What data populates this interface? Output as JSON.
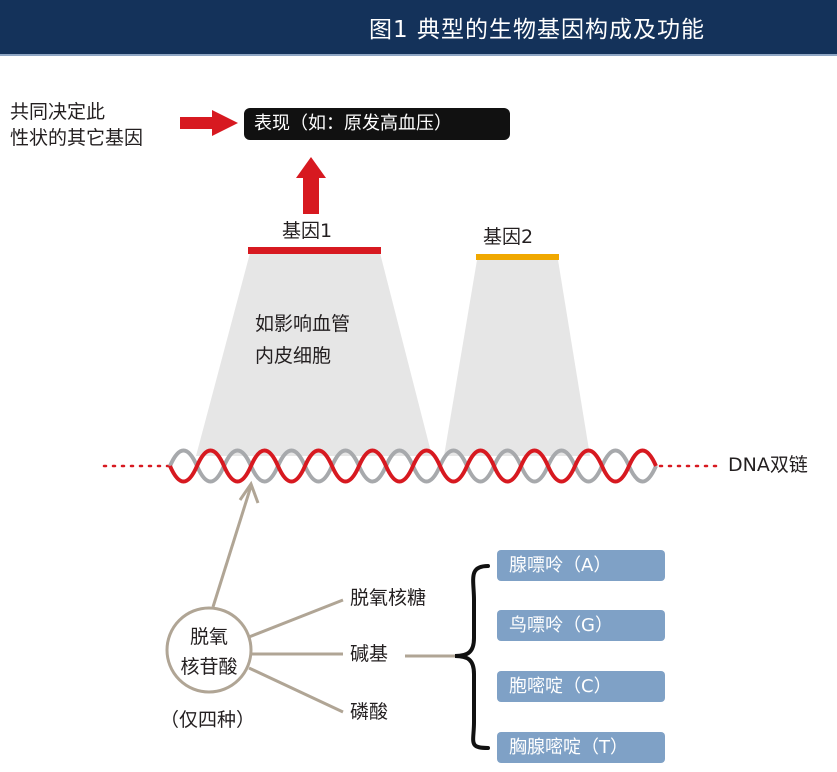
{
  "header": {
    "title": "图1  典型的生物基因构成及功能"
  },
  "other_genes_label": "共同决定此\n性状的其它基因",
  "phenotype_label": "表现（如：原发高血压）",
  "gene1": {
    "label": "基因1",
    "color": "#d71920",
    "desc": "如影响血管\n内皮细胞"
  },
  "gene2": {
    "label": "基因2",
    "color": "#f0a800"
  },
  "dna_label": "DNA双链",
  "nucleotide": {
    "name": "脱氧\n核苷酸",
    "note": "（仅四种）"
  },
  "components": [
    "脱氧核糖",
    "碱基",
    "磷酸"
  ],
  "bases": [
    "腺嘌呤（A）",
    "鸟嘌呤（G）",
    "胞嘧啶（C）",
    "胸腺嘧啶（T）"
  ],
  "colors": {
    "header_bg": "#14325a",
    "arrow_red": "#d71920",
    "base_box": "#7fa1c6",
    "connector": "#b0a595",
    "strand_grey": "#a7a9ac",
    "cone_fill": "#e6e6e6"
  }
}
